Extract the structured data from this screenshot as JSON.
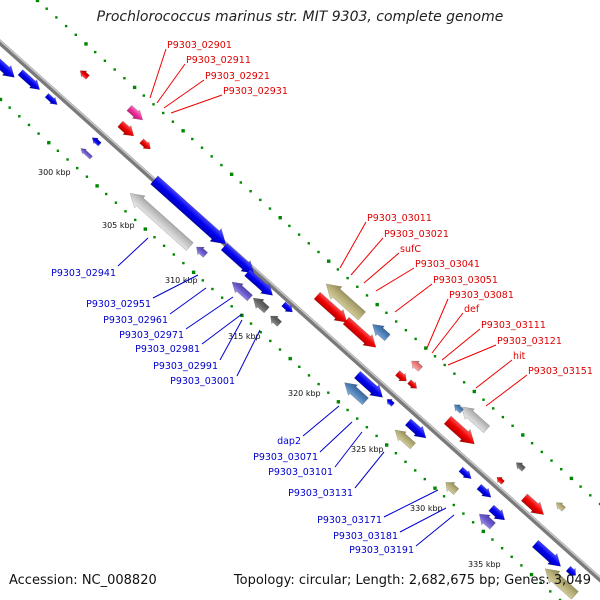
{
  "title": "Prochlorococcus marinus str. MIT 9303, complete genome",
  "accession_text": "Accession: NC_008820",
  "summary_text": "Topology: circular; Length: 2,682,675 bp; Genes: 3,049",
  "colors": {
    "forward_label": "#dd0000",
    "reverse_label": "#0000cc",
    "backbone": "#888888",
    "tick": "#008800"
  },
  "scale_labels": [
    "300 kbp",
    "305 kbp",
    "310 kbp",
    "315 kbp",
    "320 kbp",
    "325 kbp",
    "330 kbp",
    "335 kbp"
  ],
  "forward_labels": [
    "P9303_02901",
    "P9303_02911",
    "P9303_02921",
    "P9303_02931",
    "P9303_03011",
    "P9303_03021",
    "sufC",
    "P9303_03041",
    "P9303_03051",
    "P9303_03081",
    "def",
    "P9303_03111",
    "P9303_03121",
    "hit",
    "P9303_03151"
  ],
  "reverse_labels": [
    "P9303_02941",
    "P9303_02951",
    "P9303_02961",
    "P9303_02971",
    "P9303_02981",
    "P9303_02991",
    "P9303_03001",
    "dap2",
    "P9303_03071",
    "P9303_03101",
    "P9303_03131",
    "P9303_03171",
    "P9303_03181",
    "P9303_03191"
  ]
}
